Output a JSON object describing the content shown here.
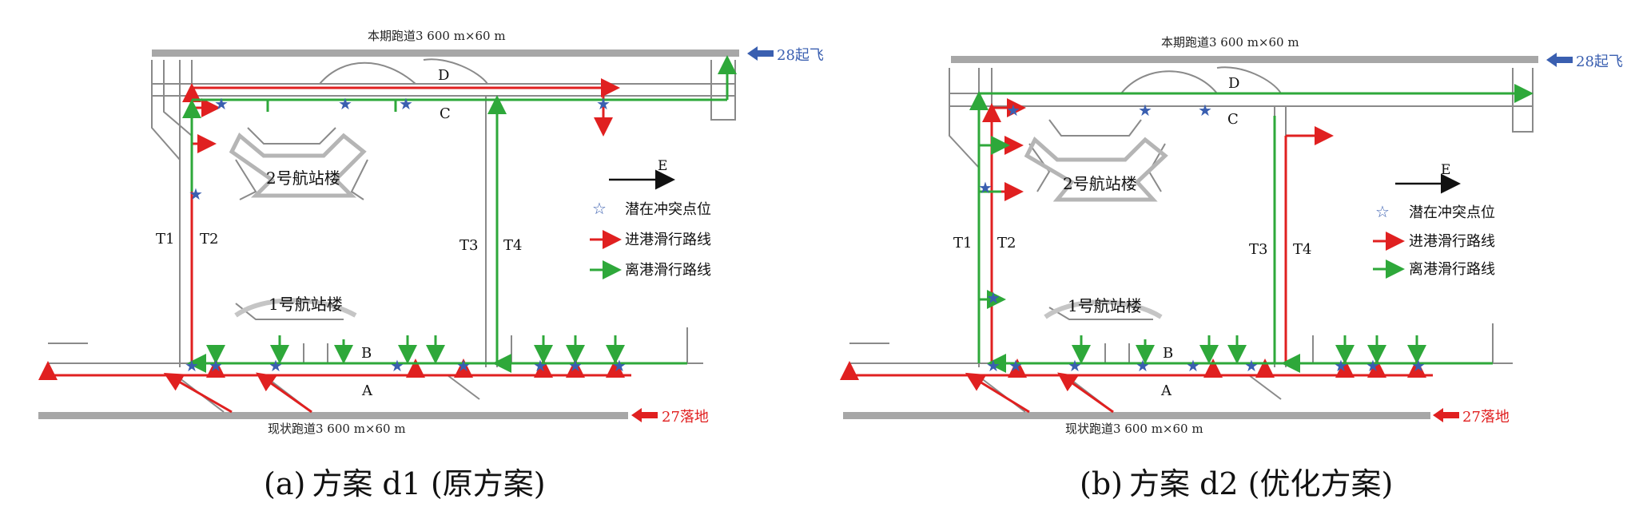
{
  "panels": [
    {
      "id": "a",
      "caption_tag": "(a)",
      "caption_text": "方案 d1 (原方案)",
      "runway_top": "本期跑道3 600 m×60 m",
      "runway_bottom": "现状跑道3 600 m×60 m",
      "takeoff": "28起飞",
      "landing": "27落地",
      "taxi_labels": {
        "T1": "T1",
        "T2": "T2",
        "T3": "T3",
        "T4": "T4",
        "A": "A",
        "B": "B",
        "C": "C",
        "D": "D"
      },
      "terminal1": "1号航站楼",
      "terminal2": "2号航站楼",
      "compass": "E",
      "legend": {
        "conflict": "潜在冲突点位",
        "arrival": "进港滑行路线",
        "departure": "离港滑行路线"
      }
    },
    {
      "id": "b",
      "caption_tag": "(b)",
      "caption_text": "方案 d2 (优化方案)",
      "runway_top": "本期跑道3 600 m×60 m",
      "runway_bottom": "现状跑道3 600 m×60 m",
      "takeoff": "28起飞",
      "landing": "27落地",
      "taxi_labels": {
        "T1": "T1",
        "T2": "T2",
        "T3": "T3",
        "T4": "T4",
        "A": "A",
        "B": "B",
        "C": "C",
        "D": "D"
      },
      "terminal1": "1号航站楼",
      "terminal2": "2号航站楼",
      "compass": "E",
      "legend": {
        "conflict": "潜在冲突点位",
        "arrival": "进港滑行路线",
        "departure": "离港滑行路线"
      }
    }
  ],
  "colors": {
    "arrival": "#e02020",
    "departure": "#2ea83a",
    "conflict": "#3a5fb0",
    "takeoff_arrow": "#3a5fb0",
    "landing_arrow": "#e02020",
    "runway": "#a7a7a7",
    "taxiway": "#8a8a8a"
  }
}
